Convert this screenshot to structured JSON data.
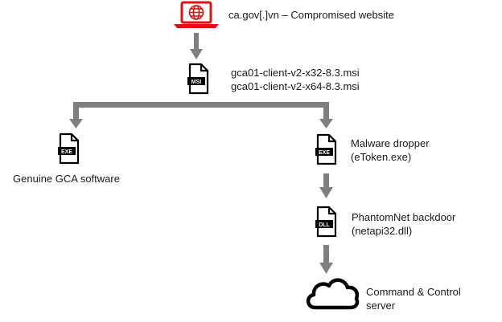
{
  "nodes": {
    "compromised_site": {
      "label": "ca.gov[.]vn – Compromised website",
      "icon": "laptop-globe-icon",
      "color": "#e0120f"
    },
    "installer": {
      "badge": "MSI",
      "icon": "file-icon",
      "lines": [
        "gca01-client-v2-x32-8.3.msi",
        "gca01-client-v2-x64-8.3.msi"
      ]
    },
    "genuine": {
      "badge": "EXE",
      "icon": "file-icon",
      "label": "Genuine GCA software"
    },
    "dropper": {
      "badge": "EXE",
      "icon": "file-icon",
      "lines": [
        "Malware dropper",
        "(eToken.exe)"
      ]
    },
    "backdoor": {
      "badge": "DLL",
      "icon": "file-icon",
      "lines": [
        "PhantomNet backdoor",
        "(netapi32.dll)"
      ]
    },
    "c2": {
      "icon": "cloud-icon",
      "lines": [
        "Command & Control",
        "server"
      ]
    }
  },
  "colors": {
    "arrow": "#7f7f7f",
    "icon": "#000000",
    "accent": "#e0120f"
  }
}
